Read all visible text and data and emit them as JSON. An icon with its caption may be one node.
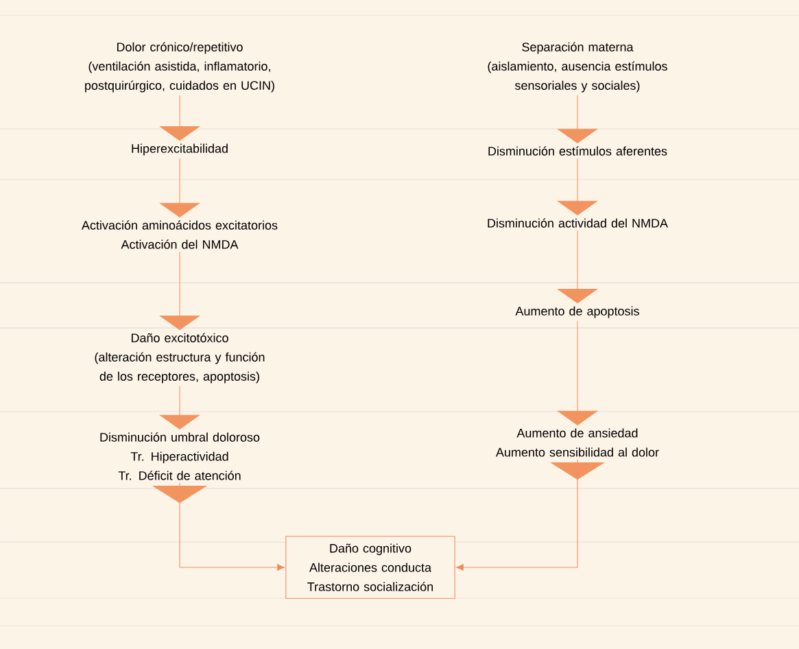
{
  "diagram": {
    "nodes": [
      {
        "text": [
          "Dolor crónico/repetitivo",
          "(ventilación asistida, inflamatorio, postquirúrgico, cuidados en UCIN)"
        ]
      },
      {
        "text": [
          "Hiperexcitabilidad"
        ]
      },
      {
        "text": [
          "Activación aminoácidos excitatorios",
          "Activación del NMDA"
        ]
      },
      {
        "text": [
          "Daño excitotóxico",
          "(alteración estructura y función de los receptores, apoptosis)"
        ]
      },
      {
        "text": [
          "Disminución umbral doloroso",
          "Tr. Hiperactividad",
          "Tr. Déficit de atención"
        ]
      },
      {
        "text": [
          "Separación materna",
          "(aislamiento, ausencia estímulos sensoriales y sociales)"
        ]
      },
      {
        "text": [
          "Disminución estímulos aferentes"
        ]
      },
      {
        "text": [
          "Disminución actividad del NMDA"
        ]
      },
      {
        "text": [
          "Aumento de apoptosis"
        ]
      },
      {
        "text": [
          "Aumento de ansiedad",
          "Aumento sensibilidad al dolor"
        ]
      },
      {
        "text": [
          "Daño cognitivo",
          "Alteraciones conducta",
          "Trastorno socialización"
        ]
      }
    ],
    "edges": [
      {
        "from": 0,
        "to": 1,
        "arrow": "to"
      },
      {
        "from": 1,
        "to": 2,
        "arrow": "to"
      },
      {
        "from": 2,
        "to": 3,
        "arrow": "to"
      },
      {
        "from": 3,
        "to": 4,
        "arrow": "to"
      },
      {
        "from": 4,
        "to": 10,
        "arrow": "to"
      },
      {
        "from": 5,
        "to": 6,
        "arrow": "to"
      },
      {
        "from": 6,
        "to": 7,
        "arrow": "to"
      },
      {
        "from": 7,
        "to": 8,
        "arrow": "to"
      },
      {
        "from": 8,
        "to": 9,
        "arrow": "to"
      },
      {
        "from": 9,
        "to": 10,
        "arrow": "to"
      }
    ]
  }
}
